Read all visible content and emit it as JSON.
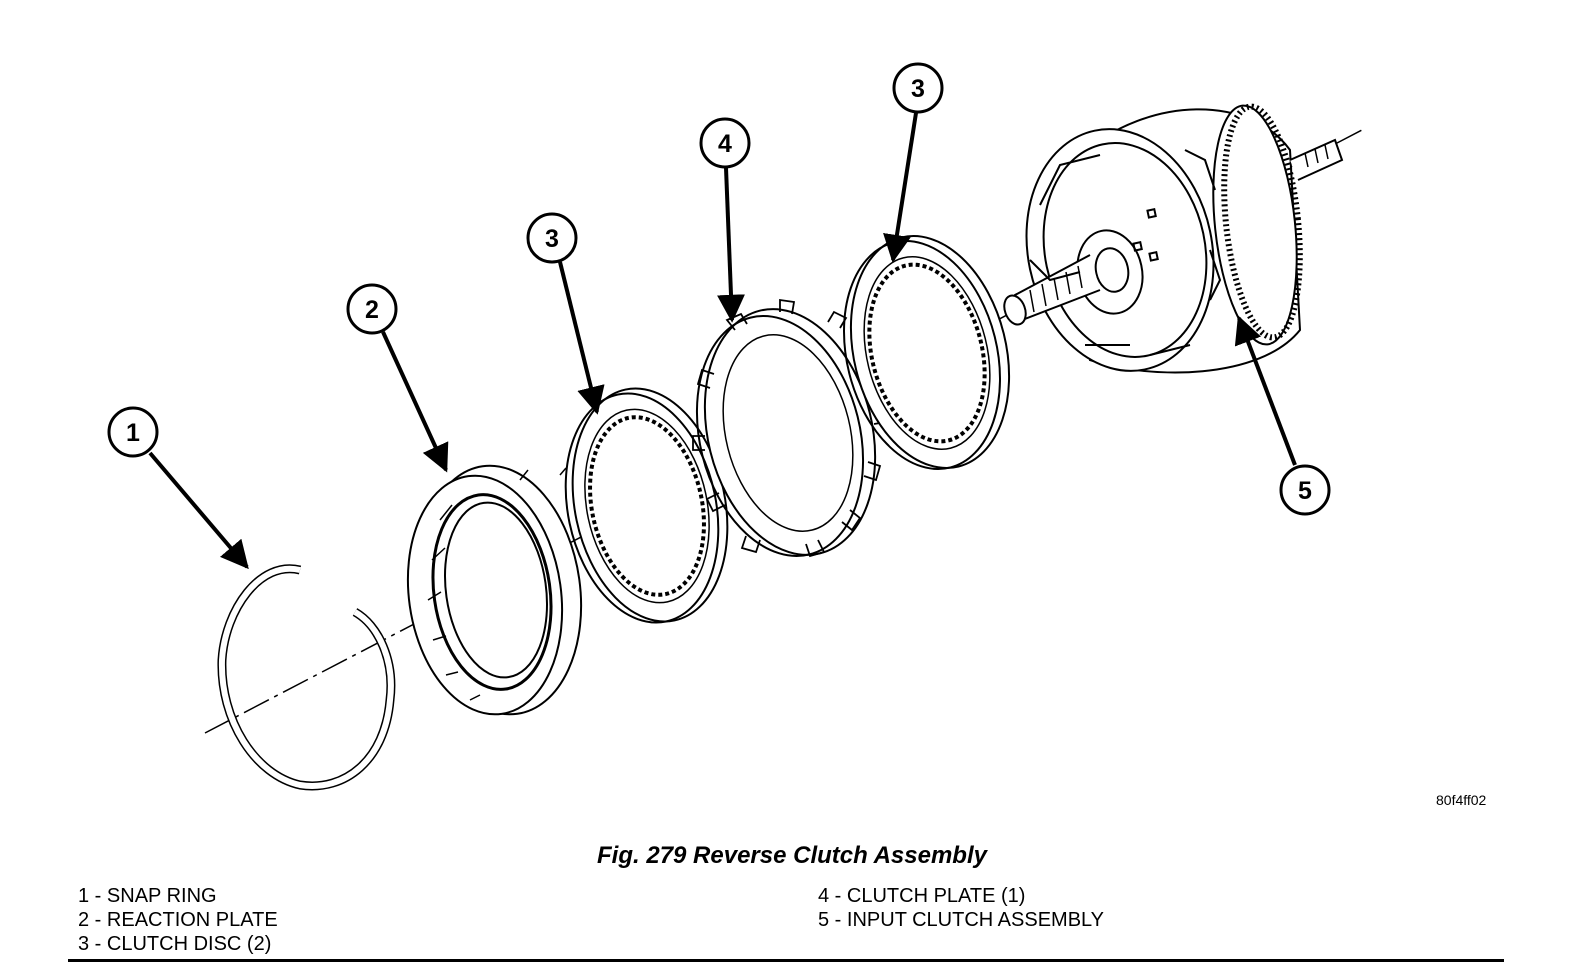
{
  "callouts": [
    {
      "number": "1",
      "part": "snap-ring"
    },
    {
      "number": "2",
      "part": "reaction-plate"
    },
    {
      "number": "3",
      "part": "clutch-disc"
    },
    {
      "number": "4",
      "part": "clutch-plate"
    },
    {
      "number": "3",
      "part": "clutch-disc"
    },
    {
      "number": "5",
      "part": "input-clutch-assembly"
    }
  ],
  "ref_code": "80f4ff02",
  "caption": "Fig. 279 Reverse Clutch Assembly",
  "legend": {
    "left": [
      {
        "number": "1",
        "label": "SNAP RING"
      },
      {
        "number": "2",
        "label": "REACTION PLATE"
      },
      {
        "number": "3",
        "label": "CLUTCH DISC (2)"
      }
    ],
    "right": [
      {
        "number": "4",
        "label": "CLUTCH PLATE (1)"
      },
      {
        "number": "5",
        "label": "INPUT CLUTCH ASSEMBLY"
      }
    ]
  }
}
